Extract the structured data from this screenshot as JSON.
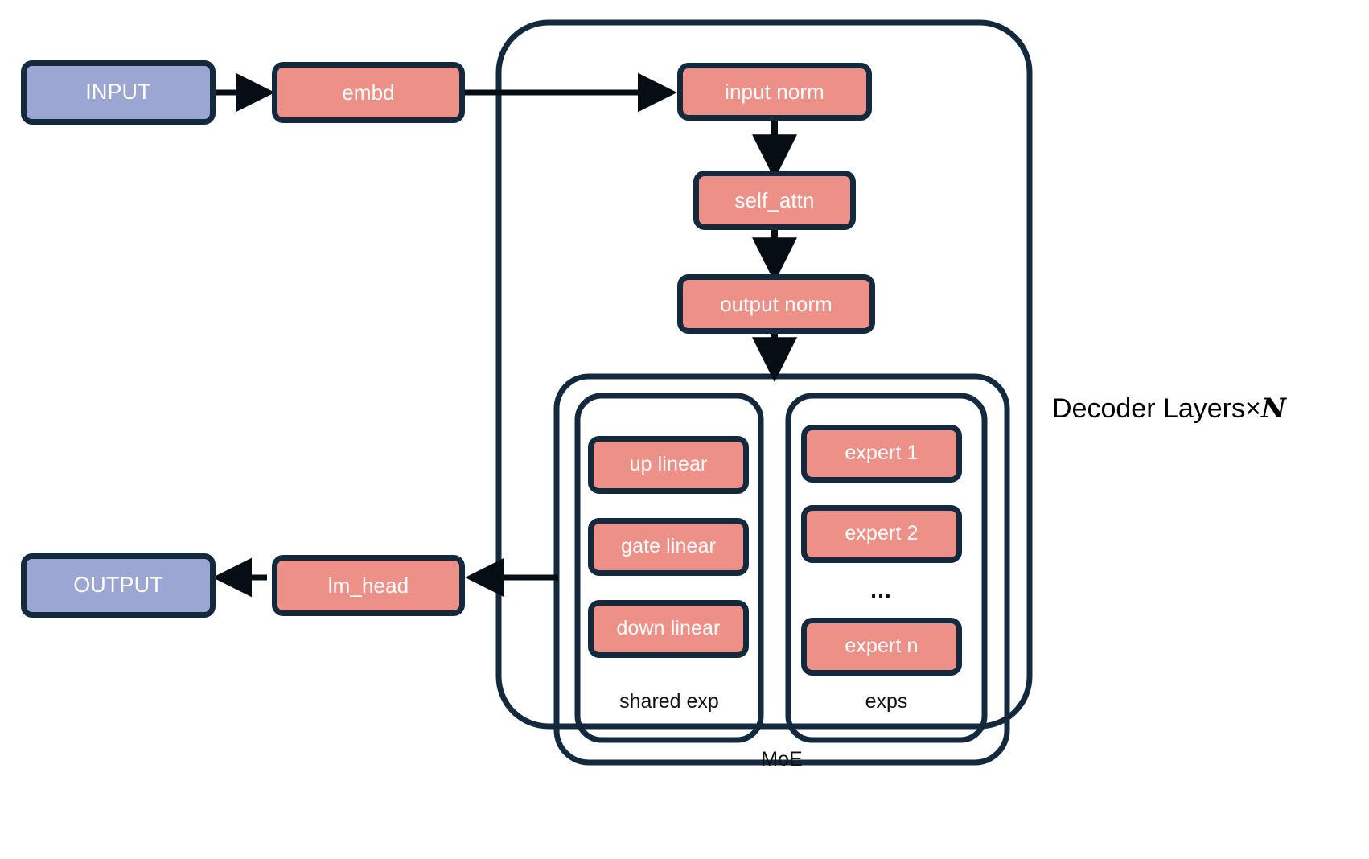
{
  "diagram": {
    "title_label": "Decoder Layers×",
    "title_multiplier": "N",
    "colors": {
      "stroke": "#13293d",
      "expert_fill": "#ed9087",
      "io_fill": "#9ba7d2",
      "text_on_node": "#ffffff",
      "label_text": "#111111",
      "background": "#ffffff"
    },
    "nodes": {
      "input": "INPUT",
      "embd": "embd",
      "input_norm": "input norm",
      "self_attn": "self_attn",
      "output_norm": "output norm",
      "up_linear": "up linear",
      "gate_linear": "gate linear",
      "down_linear": "down linear",
      "expert_1": "expert 1",
      "expert_2": "expert 2",
      "expert_ellipsis": "…",
      "expert_n": "expert n",
      "lm_head": "lm_head",
      "output": "OUTPUT"
    },
    "group_labels": {
      "shared_exp": "shared exp",
      "exps": "exps",
      "moe": "MoE"
    },
    "edges": [
      {
        "from": "INPUT",
        "to": "embd"
      },
      {
        "from": "embd",
        "to": "input norm"
      },
      {
        "from": "input norm",
        "to": "self_attn"
      },
      {
        "from": "self_attn",
        "to": "output norm"
      },
      {
        "from": "output norm",
        "to": "MoE"
      },
      {
        "from": "MoE",
        "to": "lm_head"
      },
      {
        "from": "lm_head",
        "to": "OUTPUT"
      }
    ]
  }
}
